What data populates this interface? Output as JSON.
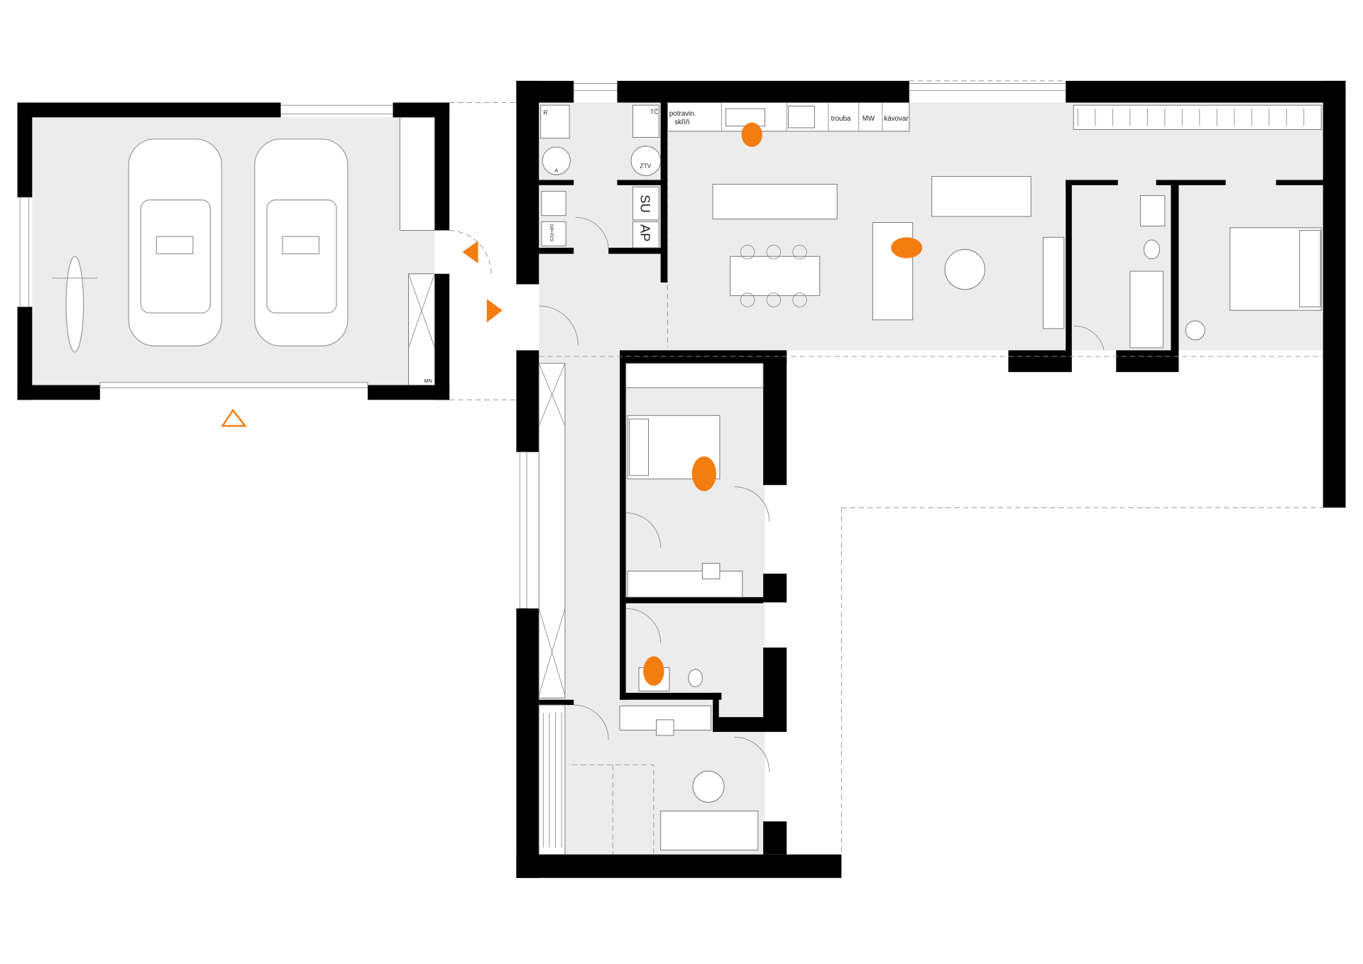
{
  "title": "Floor plan",
  "labels": {
    "pantry": "potravin.",
    "pantry2": "skříň",
    "oven": "trouba",
    "microwave": "MW",
    "coffee": "kávovar",
    "heat_pump": "TČ",
    "boiler": "ZTV",
    "tank": "A",
    "switchboard": "R",
    "dryer": "SU",
    "washer": "AP",
    "dryer_rack": "DR+PZS",
    "garage_unit": "MN"
  },
  "colors": {
    "accent": "#f47d12",
    "floor": "#ececec",
    "wall": "#000000"
  }
}
